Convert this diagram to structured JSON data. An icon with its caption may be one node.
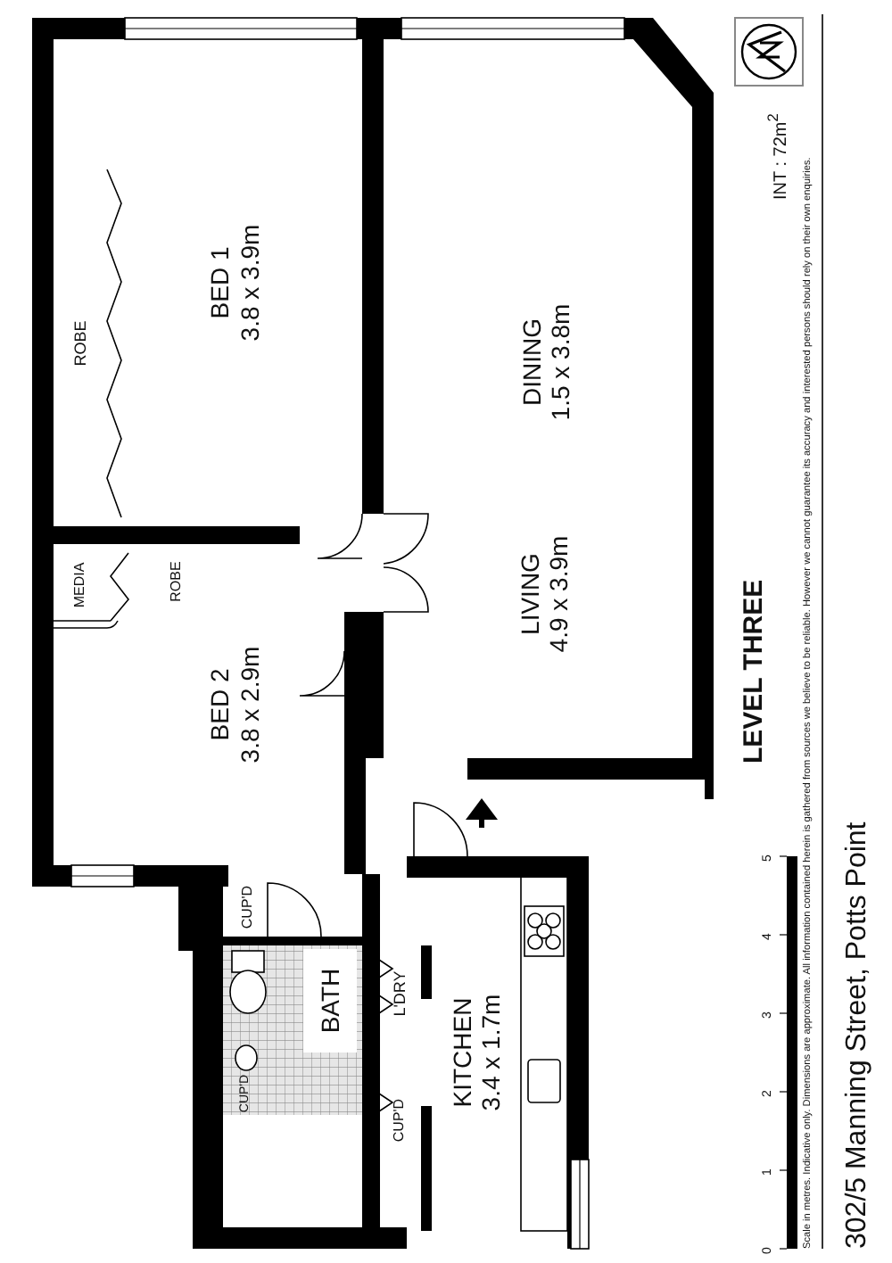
{
  "diagram": {
    "title": "LEVEL THREE",
    "nodes": [
      {
        "text": [
          "BED 1",
          "3.8 x 3.9m"
        ]
      },
      {
        "text": [
          "ROBE"
        ]
      },
      {
        "text": [
          "DINING",
          "1.5 x 3.8m"
        ]
      },
      {
        "text": [
          "LIVING",
          "4.9 x 3.9m"
        ]
      },
      {
        "text": [
          "MEDIA"
        ]
      },
      {
        "text": [
          "ROBE"
        ]
      },
      {
        "text": [
          "BED 2",
          "3.8 x 2.9m"
        ]
      },
      {
        "text": [
          "CUP'D"
        ]
      },
      {
        "text": [
          "L'DRY"
        ]
      },
      {
        "text": [
          "BATH"
        ]
      },
      {
        "text": [
          "KITCHEN",
          "3.4 x 1.7m"
        ]
      },
      {
        "text": [
          "CUP'D"
        ]
      },
      {
        "text": [
          "CUP'D"
        ]
      }
    ],
    "labels": [
      "INT : 72m$^{2}$",
      "0",
      "1",
      "2",
      "3",
      "4",
      "5",
      "Scale in metres. Indicative only. Dimensions are approximate. All information contained herein is gathered from sources we believe to be reliable. However we cannot guarantee its accuracy and interested persons should rely on their own enquiries.",
      "302/5 Manning Street, Potts Point"
    ]
  }
}
